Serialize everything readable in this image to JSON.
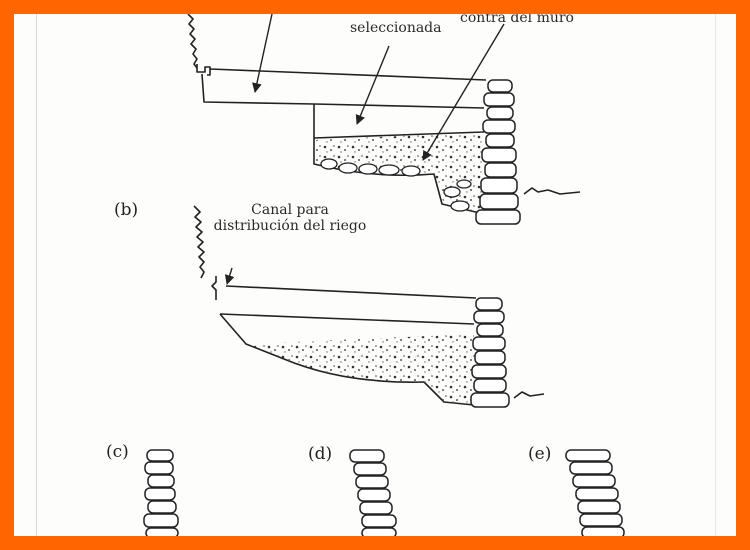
{
  "figure": {
    "labels": {
      "seleccionada": "seleccionada",
      "contra_muro": "contra del muro",
      "canal_line1": "Canal para",
      "canal_line2": "distribución del riego"
    },
    "panels": {
      "b": "(b)",
      "c": "(c)",
      "d": "(d)",
      "e": "(e)"
    }
  },
  "colors": {
    "frame_border": "#ff6600",
    "paper": "#fdfdfb",
    "ink": "#222222"
  }
}
